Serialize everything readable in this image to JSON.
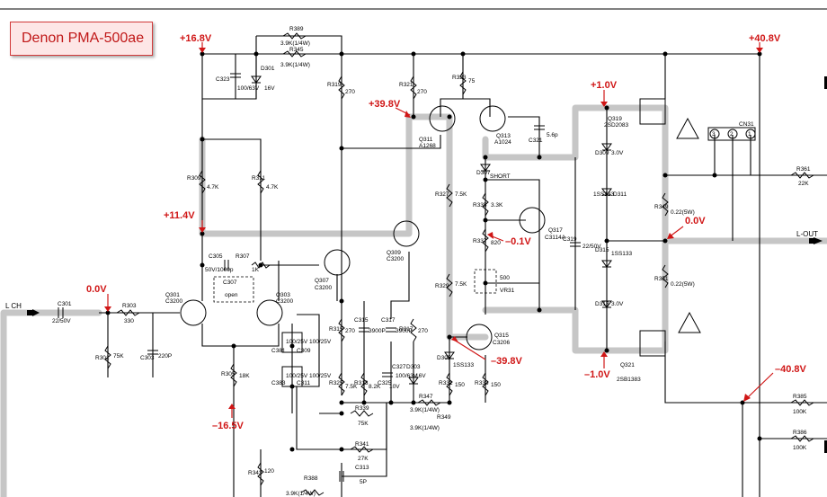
{
  "title": "Denon PMA-500ae",
  "voltages": {
    "v_plus16_8": "+16.8V",
    "v_plus40_8": "+40.8V",
    "v_plus39_8": "+39.8V",
    "v_plus1_0": "+1.0V",
    "v_plus11_4": "+11.4V",
    "v_0_0_out": "0.0V",
    "v_minus0_1": "–0.1V",
    "v_0_0_in": "0.0V",
    "v_minus39_8": "–39.8V",
    "v_minus1_0": "–1.0V",
    "v_minus40_8": "–40.8V",
    "v_minus16_5": "–16.5V"
  },
  "labels": {
    "r389": "R389",
    "r389v": "3.9K(1/4W)",
    "r345": "R345",
    "r345v": "3.9K(1/4W)",
    "c323": "C323",
    "c323v": "100/63V",
    "d301": "D301",
    "d301v": "16V",
    "r319": "R319",
    "r319v": "270",
    "r321": "R321",
    "r321v": "270",
    "r323": "R323",
    "r323v": "75",
    "q311": "Q311",
    "q311v": "A1268",
    "q313": "Q313",
    "q313v": "A1024",
    "c321": "C321",
    "c321v": "5.6p",
    "d307": "D307",
    "d307v": "SHORT",
    "r309": "R309",
    "r309v": "4.7K",
    "r311": "R311",
    "r311v": "4.7K",
    "r327": "R327",
    "r327v": "7.5K",
    "r335": "R335",
    "r335v": "3.3K",
    "q317": "Q317",
    "q317v": "C3114A",
    "r337": "R337",
    "r337v": "820",
    "vr31v": "500",
    "vr31": "VR31",
    "q309": "Q309",
    "q309v": "C3200",
    "c305": "C305",
    "c305v": "50V/1000p",
    "r307": "R307",
    "r307v": "1K",
    "c307": "C307",
    "c307v": "open",
    "q307": "Q307",
    "q307v": "C3200",
    "q301": "Q301",
    "q301v": "C3200",
    "q303": "Q303",
    "q303v": "C3200",
    "lch": "L CH",
    "c301": "C301",
    "c301v": "22/50V",
    "r303": "R303",
    "r303v": "330",
    "r301": "R301",
    "r301v": "75K",
    "c303": "C303",
    "c303v": "220P",
    "c381": "C381",
    "c381v": "100/25V",
    "c309": "C309",
    "c309v": "100/25V",
    "c383": "C383",
    "c383v": "100/25V",
    "c311": "C311",
    "c311v": "100/25V",
    "r315": "R315",
    "r315v": "270",
    "c315": "C315",
    "c315v": "3900P",
    "c317": "C317",
    "c317v": "3900P",
    "r317": "R317",
    "r317v": "270",
    "r305": "R305",
    "r305v": "18K",
    "r325": "R325",
    "r325v": "7.5K",
    "r313": "R313",
    "r313v": "8.2K",
    "c325": "C325",
    "c325v": "10V",
    "c327": "C327",
    "c327v": "100/63V",
    "d303": "D303",
    "d303v": "16V",
    "r339": "R339",
    "r339v": "75K",
    "r347": "R347",
    "r347v": "3.9K(1/4W)",
    "r349": "R349",
    "r349v": "3.9K(1/4W)",
    "r329": "R329",
    "r329v": "7.5K",
    "d305": "D305",
    "d305v": "1SS133",
    "q315": "Q315",
    "q315v": "C3206",
    "r331": "R331",
    "r331v": "150",
    "r333": "R333",
    "r333v": "150",
    "r341": "R341",
    "r341v": "27K",
    "c313": "C313",
    "c313v": "5P",
    "r343": "R343",
    "r343v": "120",
    "r388": "R388",
    "r388v": "3.9K(1/4W)",
    "q319": "Q319",
    "q319v": "2SD2083",
    "d309": "D309",
    "d309v": "3.0V",
    "d311": "D311",
    "d311v": "1SS133",
    "d315": "D315",
    "d315v": "1SS133",
    "d313": "D313",
    "d313v": "3.0V",
    "c319": "C319",
    "c319v": "22/50V",
    "r349b": "R349",
    "r349bv": "0.22(5W)",
    "r351": "R351",
    "r351v": "0.22(5W)",
    "q321": "Q321",
    "q321v": "2SB1383",
    "cn31": "CN31",
    "pin3": "3",
    "pin2": "2",
    "pin1": "1",
    "r361": "R361",
    "r361v": "22K",
    "lout": "L-OUT",
    "r385": "R385",
    "r385v": "100K",
    "r386": "R386",
    "r386v": "100K"
  }
}
